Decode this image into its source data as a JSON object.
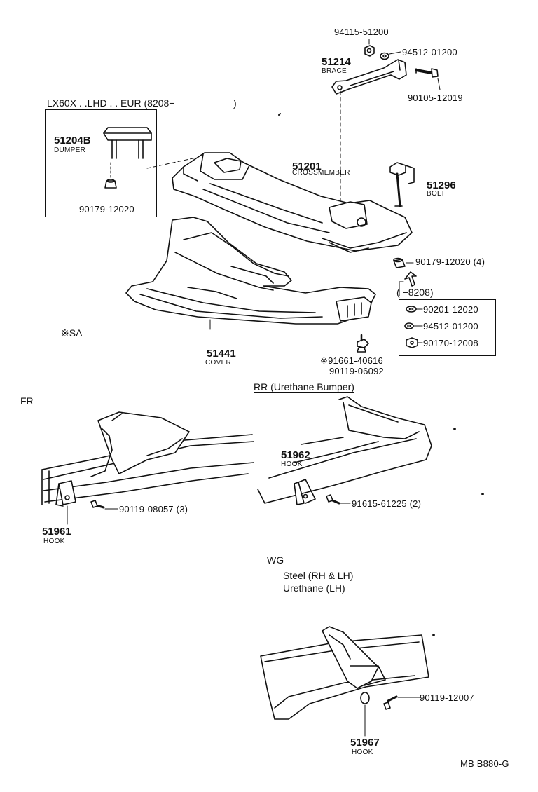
{
  "top": {
    "p_94115": "94115-51200",
    "p_94512_a": "94512-01200",
    "brace_no": "51214",
    "brace_name": "BRACE",
    "p_90105": "90105-12019"
  },
  "dumper_box": {
    "header_left": "LX60X . .LHD . . EUR (8208−",
    "header_right": ")",
    "dumper_no": "51204B",
    "dumper_name": "DUMPER",
    "p_90179": "90179-12020"
  },
  "crossmember": {
    "no": "51201",
    "name": "CROSSMEMBER",
    "bolt_no": "51296",
    "bolt_name": "BOLT",
    "p_90179_4": "90179-12020 (4)"
  },
  "range_box": {
    "header": "(     −8208)",
    "items": [
      "90201-12020",
      "94512-01200",
      "90170-12008"
    ]
  },
  "cover": {
    "sa": "※SA",
    "no": "51441",
    "name": "COVER",
    "p_91661": "※91661-40616",
    "p_90119_06092": "90119-06092"
  },
  "fr": {
    "label": "FR",
    "p_90119_08057": "90119-08057 (3)",
    "hook_no": "51961",
    "hook_name": "HOOK"
  },
  "rr": {
    "label": "RR (Urethane Bumper)",
    "hook_no": "51962",
    "hook_name": "HOOK",
    "p_91615": "91615-61225 (2)"
  },
  "wg": {
    "label": "WG",
    "line1": "Steel (RH & LH)",
    "line2": "Urethane (LH)",
    "p_90119_12007": "90119-12007",
    "hook_no": "51967",
    "hook_name": "HOOK"
  },
  "footer": {
    "code": "MB B880-G"
  }
}
